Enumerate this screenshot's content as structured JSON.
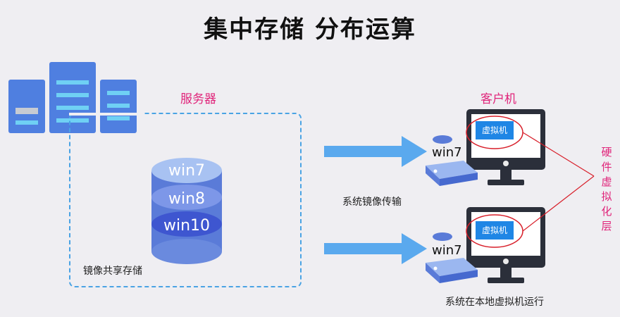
{
  "title": "集中存储 分布运算",
  "labels": {
    "server": "服务器",
    "client": "客户机",
    "shared_storage": "镜像共享存储",
    "transfer": "系统镜像传输",
    "local_run": "系统在本地虚拟机运行",
    "hw_virt": "硬件虚拟化层"
  },
  "disk_layers": [
    "win7",
    "win8",
    "win10"
  ],
  "clients": [
    {
      "os": "win7",
      "vm_label": "虚拟机"
    },
    {
      "os": "win7",
      "vm_label": "虚拟机"
    }
  ],
  "colors": {
    "accent_red": "#e0247a",
    "server_blue": "#4f7fe0",
    "server_stripe": "#6fd0f4",
    "arrow_blue": "#5aa9ee",
    "dashed_border": "#4aa3e4"
  }
}
